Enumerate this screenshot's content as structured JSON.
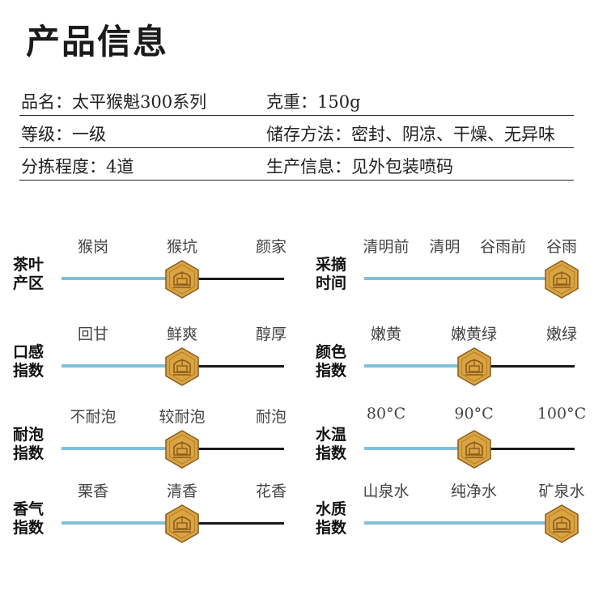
{
  "page": {
    "title": "产品信息"
  },
  "info": [
    {
      "left": "品名：太平猴魁300系列",
      "right": "克重：150g"
    },
    {
      "left": "等级：一级",
      "right": "储存方法：密封、阴凉、干燥、无异味"
    },
    {
      "left": "分拣程度：4道",
      "right": "生产信息：见外包装喷码"
    }
  ],
  "scales": [
    {
      "id": "origin",
      "label_lines": [
        "茶叶",
        "产区"
      ],
      "options": [
        "猴岗",
        "猴坑",
        "颜家"
      ],
      "selected": "猴坑"
    },
    {
      "id": "harvest",
      "label_lines": [
        "采摘",
        "时间"
      ],
      "options": [
        "清明前",
        "清明",
        "谷雨前",
        "谷雨"
      ],
      "selected": "谷雨"
    },
    {
      "id": "taste",
      "label_lines": [
        "口感",
        "指数"
      ],
      "options": [
        "回甘",
        "鲜爽",
        "醇厚"
      ],
      "selected": "鲜爽"
    },
    {
      "id": "color",
      "label_lines": [
        "颜色",
        "指数"
      ],
      "options": [
        "嫩黄",
        "嫩黄绿",
        "嫩绿"
      ],
      "selected": "嫩黄绿"
    },
    {
      "id": "infusion",
      "label_lines": [
        "耐泡",
        "指数"
      ],
      "options": [
        "不耐泡",
        "较耐泡",
        "耐泡"
      ],
      "selected": "较耐泡"
    },
    {
      "id": "water-temp",
      "label_lines": [
        "水温",
        "指数"
      ],
      "options": [
        "80°C",
        "90°C",
        "100°C"
      ],
      "selected": "90°C"
    },
    {
      "id": "aroma",
      "label_lines": [
        "香气",
        "指数"
      ],
      "options": [
        "栗香",
        "清香",
        "花香"
      ],
      "selected": "清香"
    },
    {
      "id": "water-quality",
      "label_lines": [
        "水质",
        "指数"
      ],
      "options": [
        "山泉水",
        "纯净水",
        "矿泉水"
      ],
      "selected": "矿泉水"
    }
  ],
  "colors": {
    "fill": "#7fc0db",
    "track": "#1a1a1a",
    "marker": "#d9a441",
    "marker_dark": "#8a5a1c"
  }
}
